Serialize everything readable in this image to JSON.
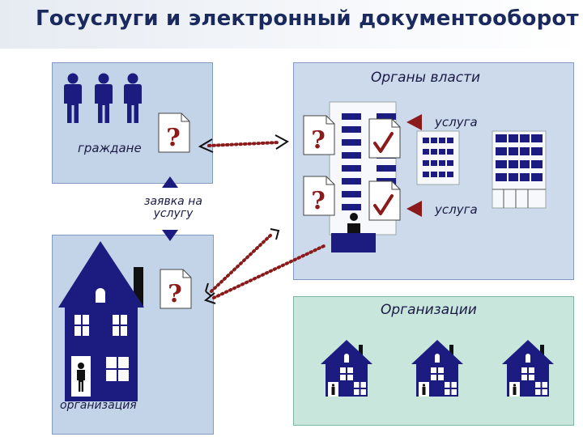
{
  "title": "Госуслуги и электронный документооборот",
  "labels": {
    "citizens": "граждане",
    "request": "заявка на услугу",
    "organization": "организация",
    "authorities": "Органы власти",
    "service_top": "услуга",
    "service_bottom": "услуга",
    "organizations": "Организации"
  },
  "colors": {
    "navy": "#1c1c80",
    "arrow": "#8b1a1a",
    "panel_blue": "#c3d3e8",
    "panel_green": "#c8e6dc"
  }
}
